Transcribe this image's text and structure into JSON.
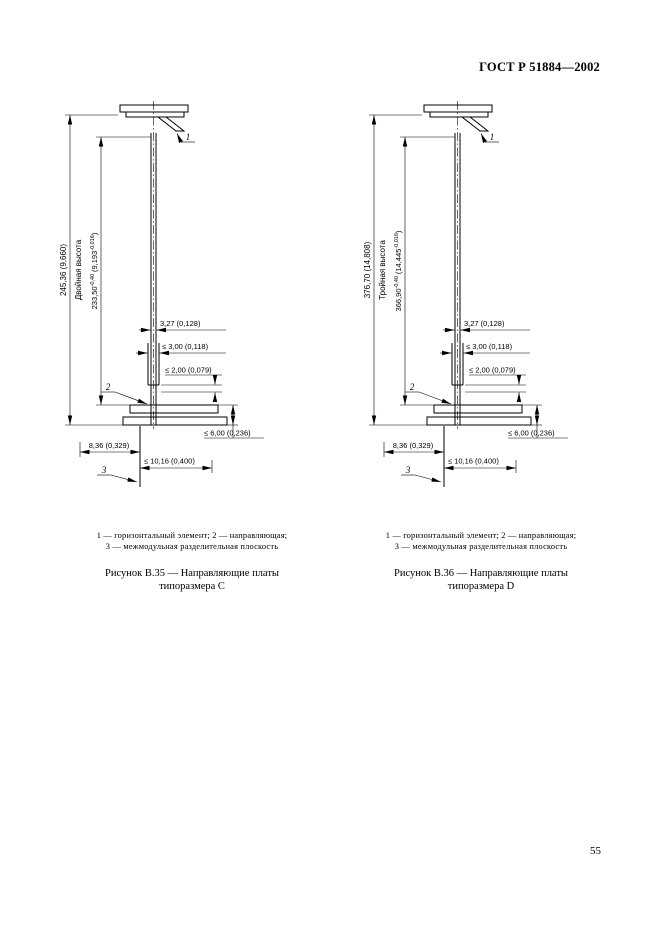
{
  "page": {
    "header": "ГОСТ Р 51884—2002",
    "number": "55"
  },
  "figures": [
    {
      "pos1": "1",
      "pos2": "2",
      "pos3": "3",
      "total_dim": "245,36 (9,660)",
      "height_label": "Двойная высота",
      "inner_mm": "233,50",
      "inner_mm_tol": "-0,40",
      "inner_in": "(9,193",
      "inner_in_tol": "-0,016",
      "inner_close": ")",
      "dim_327": "3,27 (0,128)",
      "dim_300": "≤ 3,00 (0,118)",
      "dim_200": "≤ 2,00 (0,079)",
      "dim_600": "≤ 6,00 (0,236)",
      "dim_836": "8,36 (0,329)",
      "dim_1016": "≤ 10,16 (0,400)",
      "legend_line1": "1 — горизонтальный элемент; 2 — направляющая;",
      "legend_line2": "3 — межмодульная разделительная плоскость",
      "caption_line1": "Рисунок В.35 — Направляющие платы",
      "caption_line2": "типоразмера С"
    },
    {
      "pos1": "1",
      "pos2": "2",
      "pos3": "3",
      "total_dim": "376,70 (14,808)",
      "height_label": "Тройная высота",
      "inner_mm": "366,90",
      "inner_mm_tol": "-0,40",
      "inner_in": "(14,445",
      "inner_in_tol": "-0,016",
      "inner_close": ")",
      "dim_327": "3,27 (0,128)",
      "dim_300": "≤ 3,00 (0,118)",
      "dim_200": "≤ 2,00 (0,079)",
      "dim_600": "≤ 6,00 (0,236)",
      "dim_836": "8,36 (0,329)",
      "dim_1016": "≤ 10,16 (0,400)",
      "legend_line1": "1 — горизонтальный элемент; 2 — направляющая;",
      "legend_line2": "3 — межмодульная разделительная плоскость",
      "caption_line1": "Рисунок В.36 — Направляющие платы",
      "caption_line2": "типоразмера D"
    }
  ]
}
